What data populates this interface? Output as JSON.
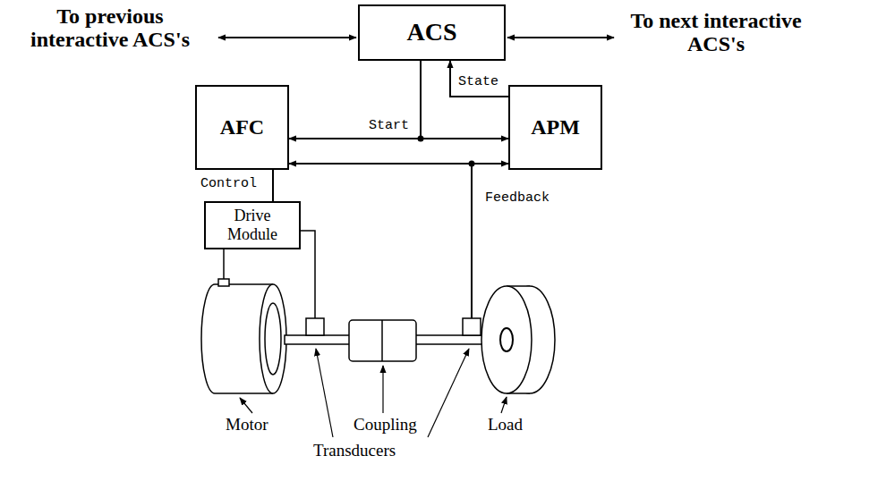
{
  "diagram": {
    "nodes": [
      {
        "text": [
          "ACS"
        ]
      },
      {
        "text": [
          "AFC"
        ]
      },
      {
        "text": [
          "APM"
        ]
      },
      {
        "text": [
          "Drive Module"
        ]
      }
    ],
    "edges": [
      {
        "from": 0,
        "to": 1,
        "label": "Start",
        "arrow": "to"
      },
      {
        "from": 0,
        "to": 2,
        "arrow": "to"
      },
      {
        "from": 2,
        "to": 0,
        "label": "State",
        "arrow": "to"
      },
      {
        "from": 1,
        "to": 2,
        "arrow": "both"
      },
      {
        "from": 1,
        "to": 3,
        "label": "Control",
        "arrow": "none"
      }
    ],
    "labels": [
      "To previous interactive ACS's",
      "To next interactive ACS's",
      "Feedback",
      "Motor",
      "Coupling",
      "Load",
      "Transducers"
    ]
  }
}
